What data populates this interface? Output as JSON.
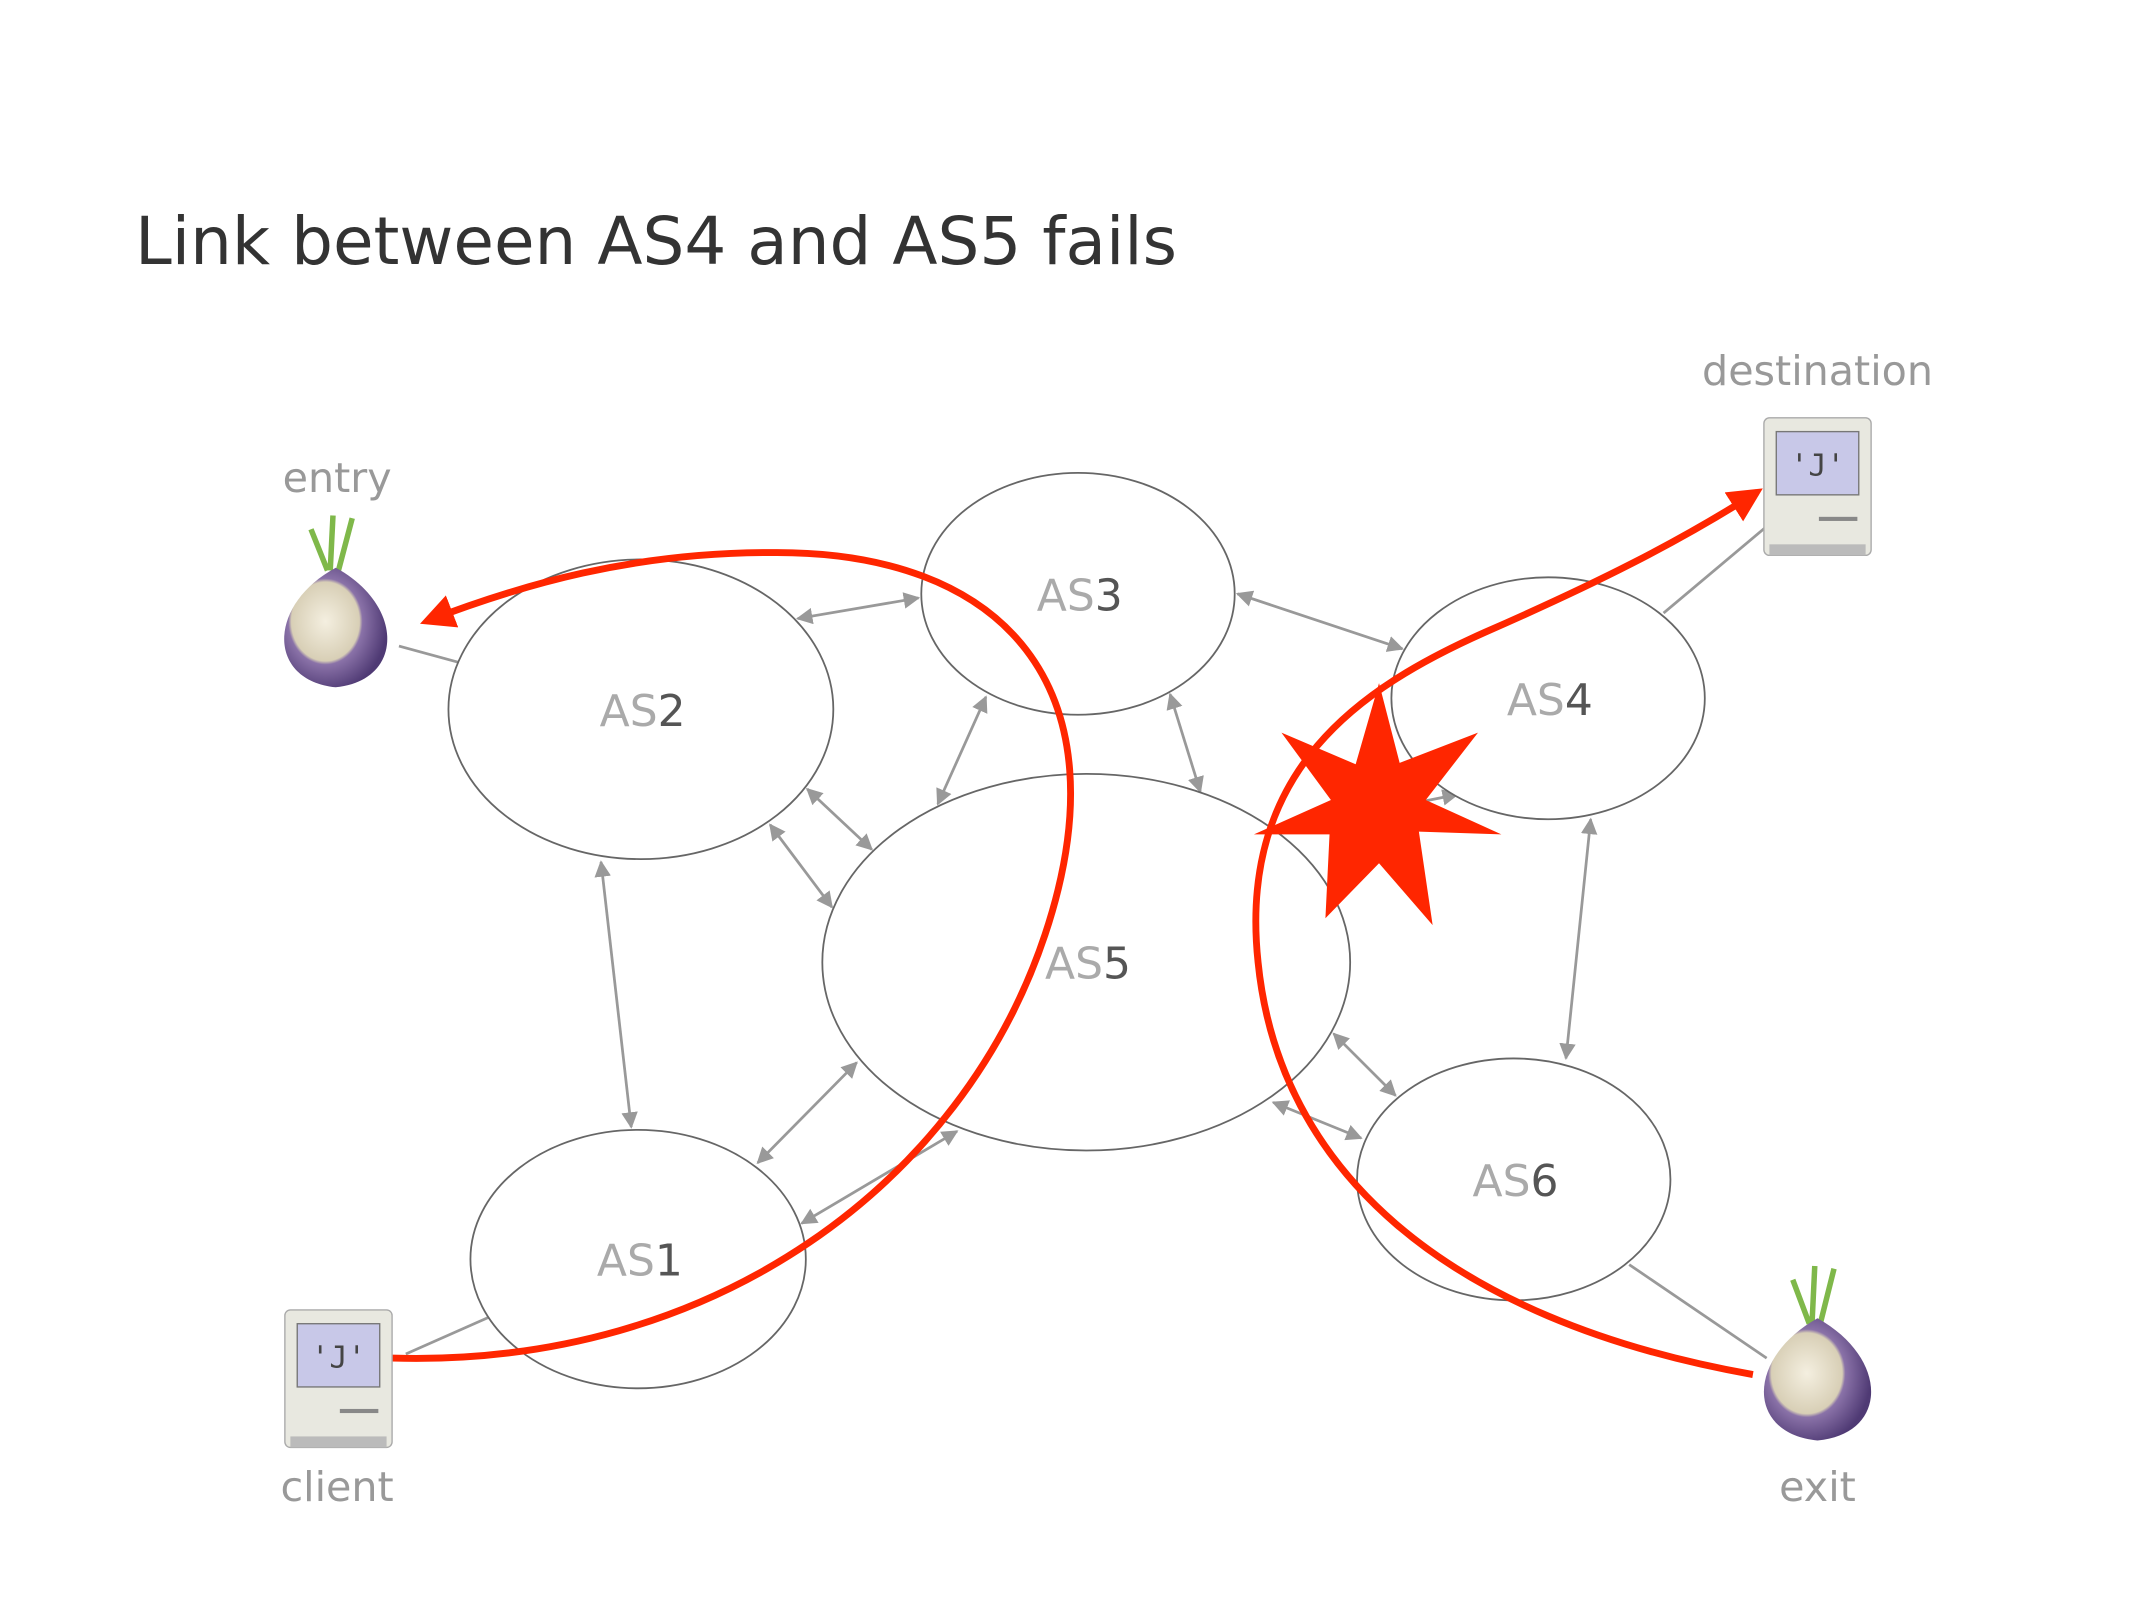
{
  "title": "Link between AS4 and AS5 fails",
  "nodes": {
    "as1": {
      "prefix": "AS",
      "num": "1"
    },
    "as2": {
      "prefix": "AS",
      "num": "2"
    },
    "as3": {
      "prefix": "AS",
      "num": "3"
    },
    "as4": {
      "prefix": "AS",
      "num": "4"
    },
    "as5": {
      "prefix": "AS",
      "num": "5"
    },
    "as6": {
      "prefix": "AS",
      "num": "6"
    }
  },
  "endpoints": {
    "entry": "entry",
    "client": "client",
    "destination": "destination",
    "exit": "exit"
  },
  "colors": {
    "path": "#ff2600",
    "failure": "#ff2600",
    "links": "#999999"
  }
}
